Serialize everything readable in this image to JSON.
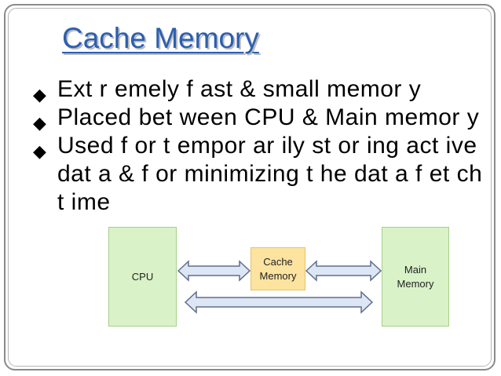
{
  "slide": {
    "title": "Cache Memory",
    "bullet_glyph": "◆",
    "bullets": [
      "Ext r emely f ast  & small memor y",
      "Placed bet ween CPU & Main memor y",
      "Used f or  t empor ar ily st or ing act ive dat a & f or  minimizing t he dat a f et ch t ime"
    ]
  },
  "diagram": {
    "cpu_label": "CPU",
    "cache_label_line1": "Cache",
    "cache_label_line2": "Memory",
    "main_label_line1": "Main",
    "main_label_line2": "Memory",
    "colors": {
      "box_fill": "#d9f2c8",
      "cache_fill": "#fce3a0",
      "arrow_fill": "#dce6f4",
      "arrow_stroke": "#5f6f8c"
    }
  },
  "colors": {
    "title": "#2b5fb0",
    "title_shadow": "#bcbcbc",
    "frame": "#8b8b8b"
  }
}
